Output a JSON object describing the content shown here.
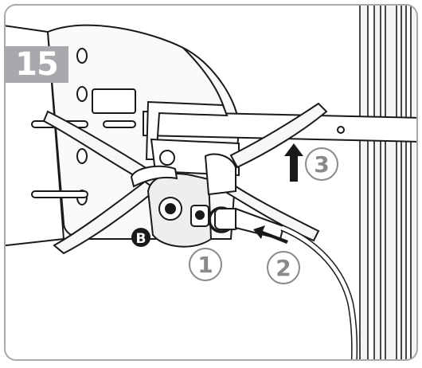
{
  "step_number": "15",
  "callouts": {
    "b": "B",
    "one": "1",
    "two": "2",
    "three": "3"
  },
  "colors": {
    "badge": "#a7a9ac",
    "line": "#1a1a1a",
    "shade": "#d9d9d9"
  }
}
